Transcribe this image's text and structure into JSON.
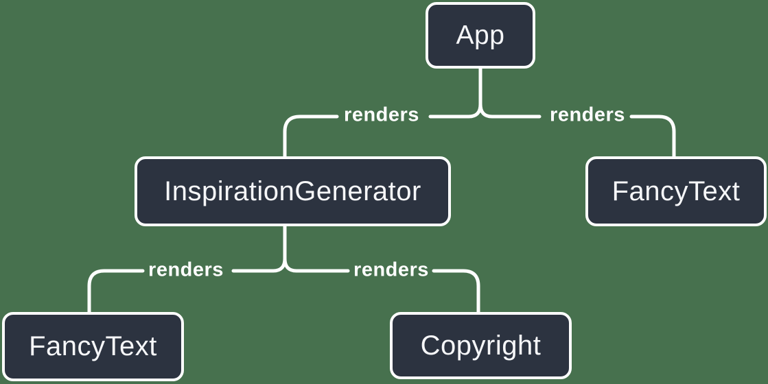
{
  "diagram": {
    "type": "component-render-tree",
    "background_color": "#47714E",
    "node_fill_color": "#2C3340",
    "node_border_color": "#FFFFFF",
    "node_text_color": "#F6F7F9",
    "edge_color": "#FFFFFF",
    "edge_label_color": "#FFFFFF",
    "nodes": [
      {
        "id": "app",
        "label": "App"
      },
      {
        "id": "inspiration-generator",
        "label": "InspirationGenerator"
      },
      {
        "id": "fancy-text-right",
        "label": "FancyText"
      },
      {
        "id": "fancy-text-left",
        "label": "FancyText"
      },
      {
        "id": "copyright",
        "label": "Copyright"
      }
    ],
    "edges": [
      {
        "from": "App",
        "to": "InspirationGenerator",
        "label": "renders"
      },
      {
        "from": "App",
        "to": "FancyText",
        "label": "renders"
      },
      {
        "from": "InspirationGenerator",
        "to": "FancyText",
        "label": "renders"
      },
      {
        "from": "InspirationGenerator",
        "to": "Copyright",
        "label": "renders"
      }
    ]
  }
}
